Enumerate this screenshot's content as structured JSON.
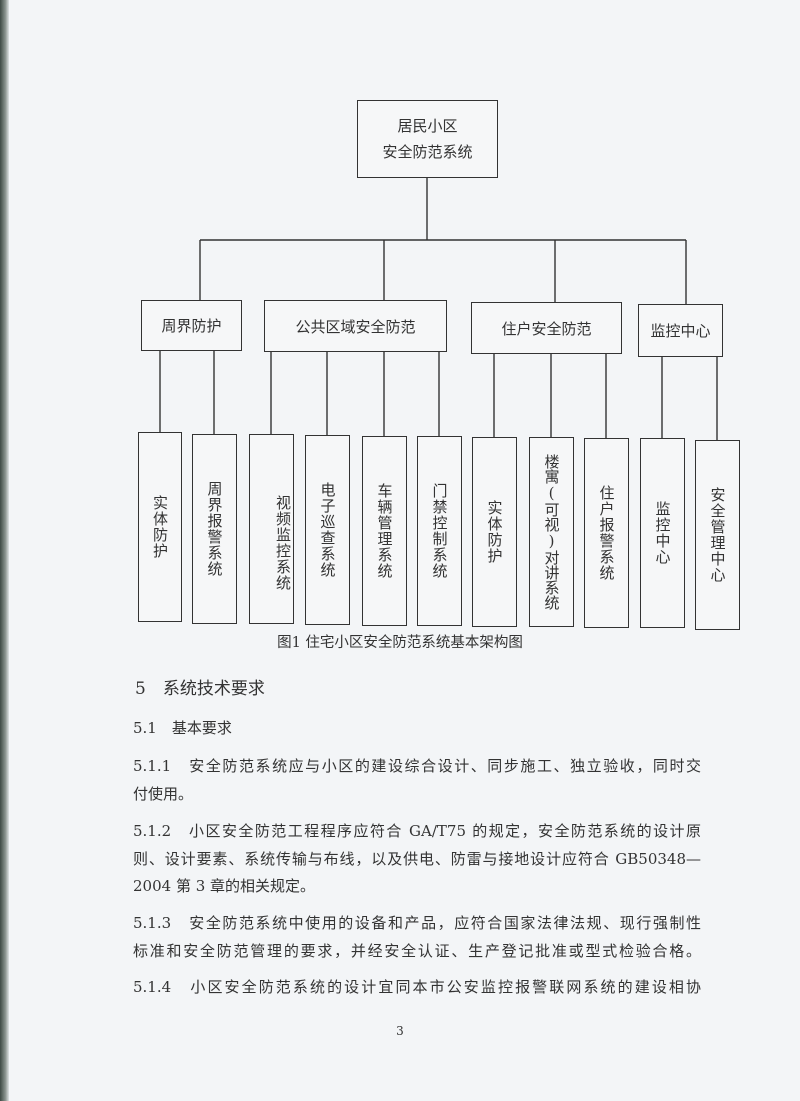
{
  "diagram": {
    "root": {
      "line1": "居民小区",
      "line2": "安全防范系统"
    },
    "groups": [
      {
        "label": "周界防护",
        "children": [
          "实体防护",
          "周界报警系统"
        ]
      },
      {
        "label": "公共区域安全防范",
        "children": [
          "视频监控系统",
          "电子巡查系统",
          "车辆管理系统",
          "门禁控制系统"
        ]
      },
      {
        "label": "住户安全防范",
        "children": [
          "实体防护",
          "楼寓(可视)对讲系统",
          "住户报警系统"
        ]
      },
      {
        "label": "监控中心",
        "children": [
          "监控中心",
          "安全管理中心"
        ]
      }
    ],
    "caption": "图1 住宅小区安全防范系统基本架构图"
  },
  "section": {
    "heading": "5　系统技术要求",
    "subheading": "5.1　基本要求"
  },
  "paragraphs": [
    {
      "lines": [
        "5.1.1　安全防范系统应与小区的建设综合设计、同步施工、独立验收，同时交",
        "付使用。"
      ]
    },
    {
      "lines": [
        "5.1.2　小区安全防范工程程序应符合 GA/T75 的规定，安全防范系统的设计原",
        "则、设计要素、系统传输与布线，以及供电、防雷与接地设计应符合 GB50348—",
        "2004 第 3 章的相关规定。"
      ]
    },
    {
      "lines": [
        "5.1.3　安全防范系统中使用的设备和产品，应符合国家法律法规、现行强制性",
        "标准和安全防范管理的要求，并经安全认证、生产登记批准或型式检验合格。"
      ]
    },
    {
      "lines": [
        "5.1.4　小区安全防范系统的设计宜同本市公安监控报警联网系统的建设相协"
      ]
    }
  ],
  "page_number": "3"
}
